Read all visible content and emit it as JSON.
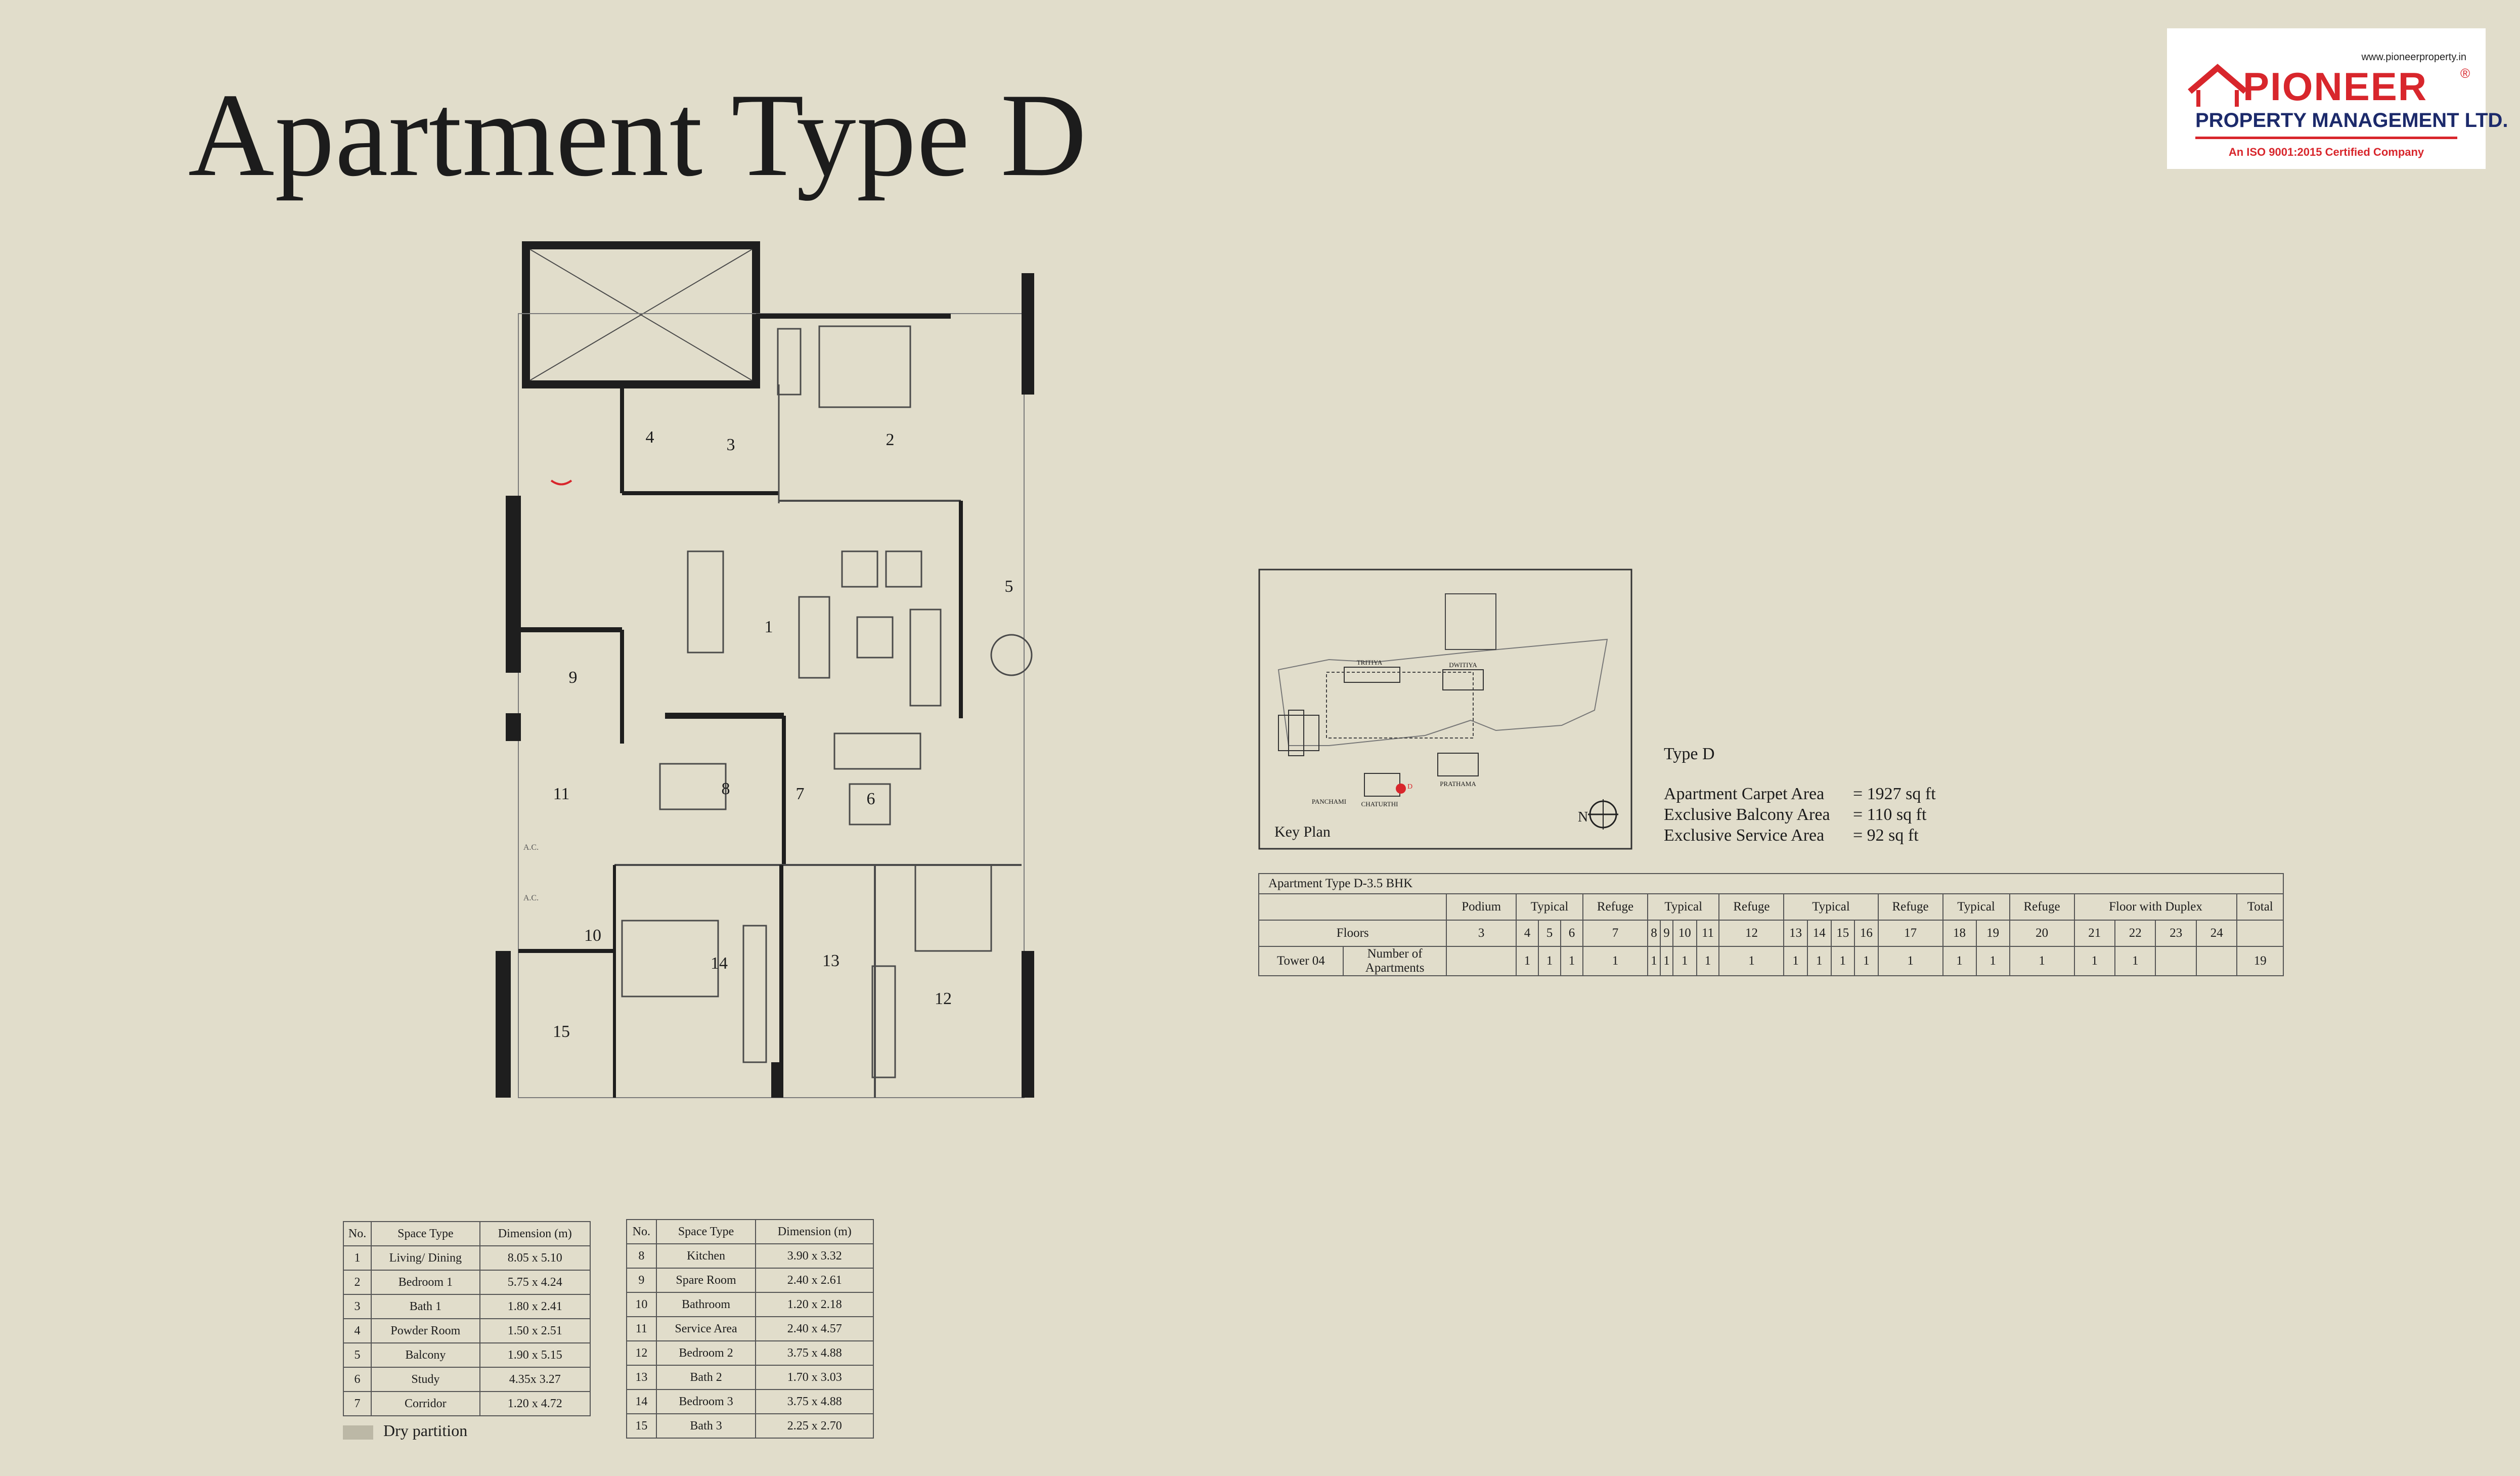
{
  "title": "Apartment Type D",
  "logo": {
    "url": "www.pioneerproperty.in",
    "brand": "PIONEER",
    "registered": "®",
    "company": "PROPERTY MANAGEMENT LTD.",
    "iso": "An ISO 9001:2015 Certified Company",
    "colors": {
      "red": "#d8262c",
      "navy": "#1c2a6b"
    }
  },
  "plan": {
    "room_labels": [
      "1",
      "2",
      "3",
      "4",
      "5",
      "6",
      "7",
      "8",
      "9",
      "10",
      "11",
      "12",
      "13",
      "14",
      "15"
    ],
    "ac_label": "A.C."
  },
  "key_plan": {
    "label": "Key Plan",
    "north": "N",
    "towers": [
      "TRITIYA",
      "DWITIYA",
      "PANCHAMI",
      "CHATURTHI",
      "PRATHAMA"
    ],
    "unit_marker": "D"
  },
  "area_info": {
    "type": "Type D",
    "rows": [
      {
        "label": "Apartment Carpet Area",
        "value": "= 1927 sq ft"
      },
      {
        "label": "Exclusive Balcony Area",
        "value": "= 110 sq ft"
      },
      {
        "label": "Exclusive Service Area",
        "value": "= 92 sq ft"
      }
    ]
  },
  "floors_table": {
    "caption": "Apartment Type D-3.5 BHK",
    "group_headers": [
      "Podium",
      "Typical",
      "Refuge",
      "Typical",
      "Refuge",
      "Typical",
      "Refuge",
      "Typical",
      "Refuge",
      "Floor with Duplex",
      "Total"
    ],
    "row_label": "Floors",
    "floors": [
      "3",
      "4",
      "5",
      "6",
      "7",
      "8",
      "9",
      "10",
      "11",
      "12",
      "13",
      "14",
      "15",
      "16",
      "17",
      "18",
      "19",
      "20",
      "21",
      "22",
      "23",
      "24"
    ],
    "tower": "Tower 04",
    "count_label": [
      "Number of",
      "Apartments"
    ],
    "counts": [
      "",
      "1",
      "1",
      "1",
      "1",
      "1",
      "1",
      "1",
      "1",
      "1",
      "1",
      "1",
      "1",
      "1",
      "1",
      "1",
      "1",
      "1",
      "1",
      "1",
      "",
      ""
    ],
    "total": "19"
  },
  "space_table_headers": [
    "No.",
    "Space Type",
    "Dimension (m)"
  ],
  "space_table_a": [
    [
      "1",
      "Living/ Dining",
      "8.05 x 5.10"
    ],
    [
      "2",
      "Bedroom 1",
      "5.75 x 4.24"
    ],
    [
      "3",
      "Bath 1",
      "1.80 x 2.41"
    ],
    [
      "4",
      "Powder Room",
      "1.50 x 2.51"
    ],
    [
      "5",
      "Balcony",
      "1.90 x 5.15"
    ],
    [
      "6",
      "Study",
      "4.35x 3.27"
    ],
    [
      "7",
      "Corridor",
      "1.20 x 4.72"
    ]
  ],
  "space_table_b": [
    [
      "8",
      "Kitchen",
      "3.90 x 3.32"
    ],
    [
      "9",
      "Spare Room",
      "2.40  x 2.61"
    ],
    [
      "10",
      "Bathroom",
      "1.20 x 2.18"
    ],
    [
      "11",
      "Service Area",
      "2.40 x 4.57"
    ],
    [
      "12",
      "Bedroom 2",
      "3.75 x 4.88"
    ],
    [
      "13",
      "Bath 2",
      "1.70 x 3.03"
    ],
    [
      "14",
      "Bedroom 3",
      "3.75 x 4.88"
    ],
    [
      "15",
      "Bath 3",
      "2.25 x 2.70"
    ]
  ],
  "legend": {
    "dry_partition": "Dry partition"
  }
}
